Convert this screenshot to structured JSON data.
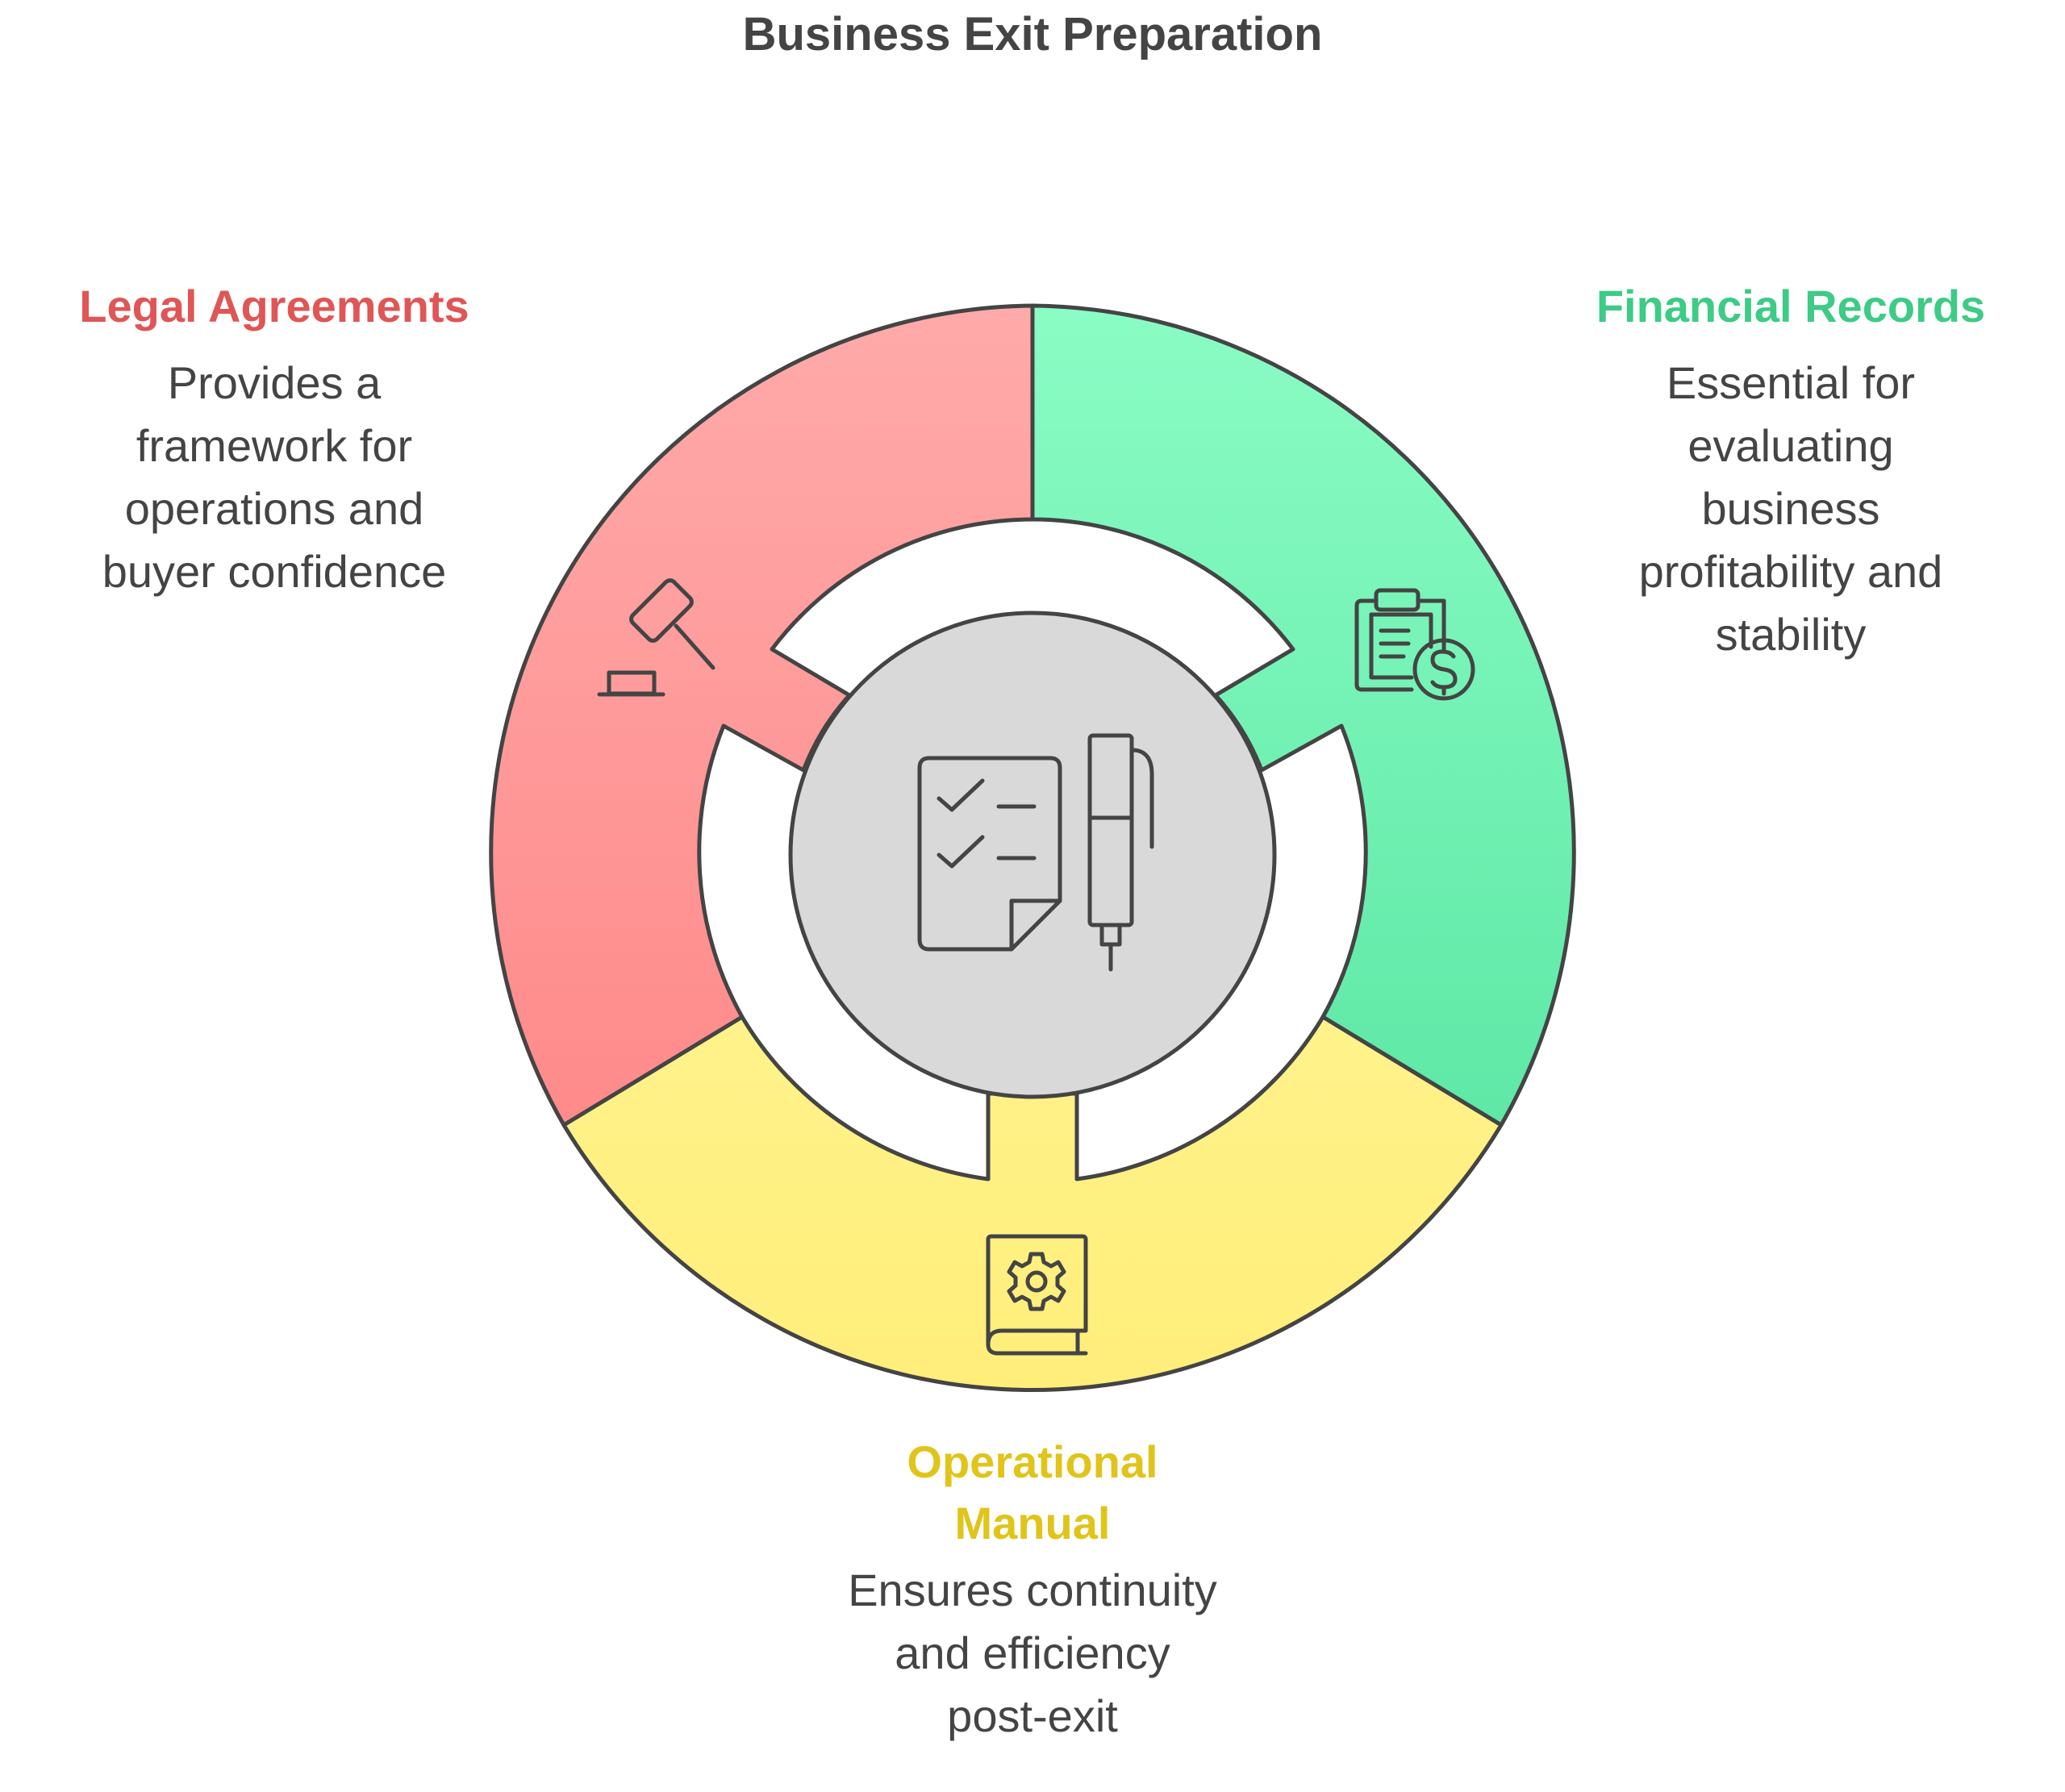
{
  "title": "Business Exit Preparation",
  "segments": [
    {
      "id": "legal",
      "heading": "Legal Agreements",
      "description": [
        "Provides a",
        "framework for",
        "operations and",
        "buyer confidence"
      ],
      "icon": "gavel-icon",
      "color": "#E05555",
      "fill_top": "#FFAAAA",
      "fill_bottom": "#FF8A8A"
    },
    {
      "id": "financial",
      "heading": "Financial Records",
      "description": [
        "Essential for",
        "evaluating",
        "business",
        "profitability and",
        "stability"
      ],
      "icon": "financial-clipboard-icon",
      "color": "#3DCB85",
      "fill_top": "#8AFCC4",
      "fill_bottom": "#5EE8A6"
    },
    {
      "id": "operational",
      "heading_lines": [
        "Operational",
        "Manual"
      ],
      "description": [
        "Ensures continuity",
        "and efficiency",
        "post-exit"
      ],
      "icon": "manual-gear-book-icon",
      "color": "#E0C41A",
      "fill_top": "#FFF28A",
      "fill_bottom": "#FFEE7A"
    }
  ],
  "center": {
    "icon": "checklist-pen-icon",
    "fill": "#D9D9D9"
  },
  "stroke_color": "#444444"
}
